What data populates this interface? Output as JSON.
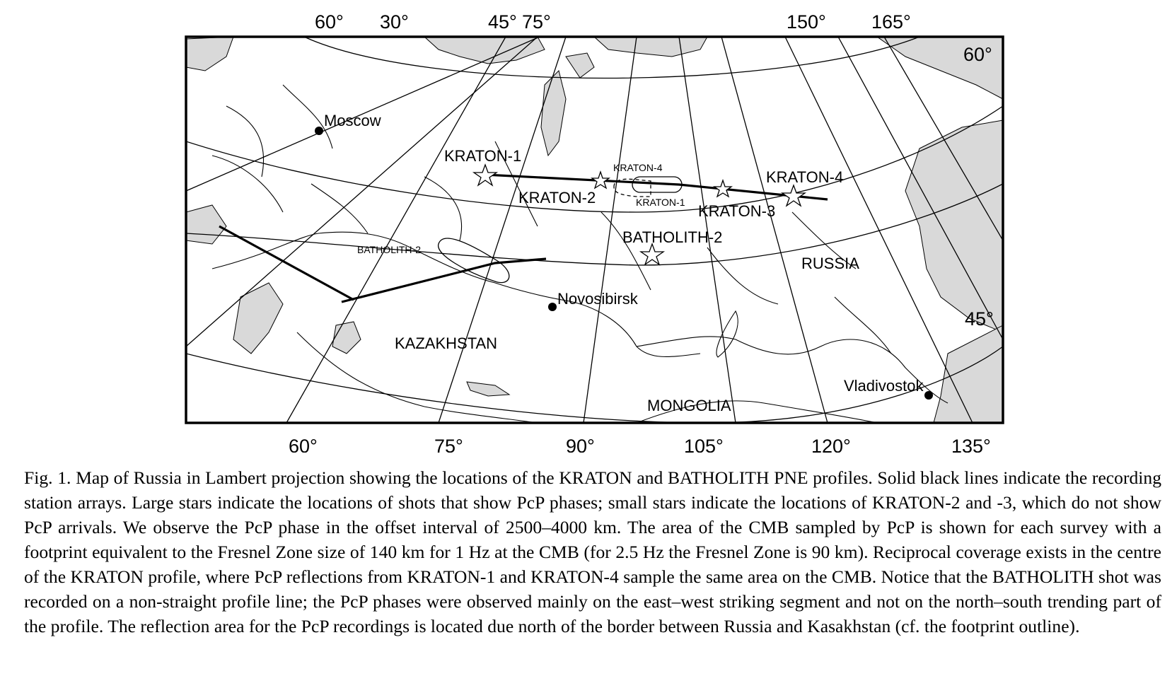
{
  "map": {
    "title_projection": "Lambert",
    "top_lon_labels": [
      "60°",
      "30°",
      "45°",
      "75°",
      "150°",
      "165°"
    ],
    "bottom_lon_labels": [
      "60°",
      "75°",
      "90°",
      "105°",
      "120°",
      "135°"
    ],
    "lat_labels": [
      "60°",
      "45°"
    ],
    "cities": [
      {
        "name": "Moscow"
      },
      {
        "name": "Novosibirsk"
      },
      {
        "name": "Vladivostok"
      }
    ],
    "countries": [
      "RUSSIA",
      "KAZAKHSTAN",
      "MONGOLIA"
    ],
    "profile_labels": {
      "kraton1": "KRATON-1",
      "kraton2": "KRATON-2",
      "kraton3": "KRATON-3",
      "kraton4": "KRATON-4",
      "batholith2": "BATHOLITH-2"
    },
    "footprint_labels": {
      "kraton4": "KRATON-4",
      "kraton1": "KRATON-1",
      "batholith2": "BATHOLITH-2"
    },
    "colors": {
      "land": "#ffffff",
      "water": "#d9d9d9",
      "lines": "#000000"
    }
  },
  "caption": {
    "text": "Fig. 1. Map of Russia in Lambert projection showing the locations of the KRATON and BATHOLITH PNE profiles. Solid black lines indicate the recording station arrays. Large stars indicate the locations of shots that show PcP phases; small stars indicate the locations of KRATON-2 and -3, which do not show PcP arrivals. We observe the PcP phase in the offset interval of 2500–4000 km. The area of the CMB sampled by PcP is shown for each survey with a footprint equivalent to the Fresnel Zone size of 140 km for 1 Hz at the CMB (for 2.5 Hz the Fresnel Zone is 90 km). Reciprocal coverage exists in the centre of the KRATON profile, where PcP reflections from KRATON-1 and KRATON-4 sample the same area on the CMB. Notice that the BATHOLITH shot was recorded on a non-straight profile line; the PcP phases were observed mainly on the east–west striking segment and not on the north–south trending part of the profile. The reflection area for the PcP recordings is located due north of the border between Russia and Kasakhstan (cf. the footprint outline)."
  }
}
